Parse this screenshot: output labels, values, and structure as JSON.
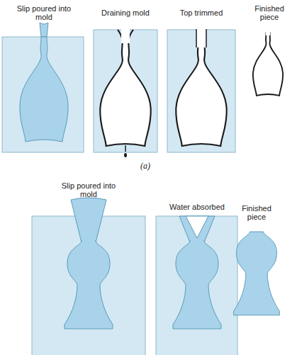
{
  "diagram": {
    "labels": [
      "Slip poured into mold",
      "Draining mold",
      "Top trimmed",
      "Finished piece",
      "(a)",
      "Slip poured into mold",
      "Water absorbed",
      "Finished piece"
    ]
  }
}
